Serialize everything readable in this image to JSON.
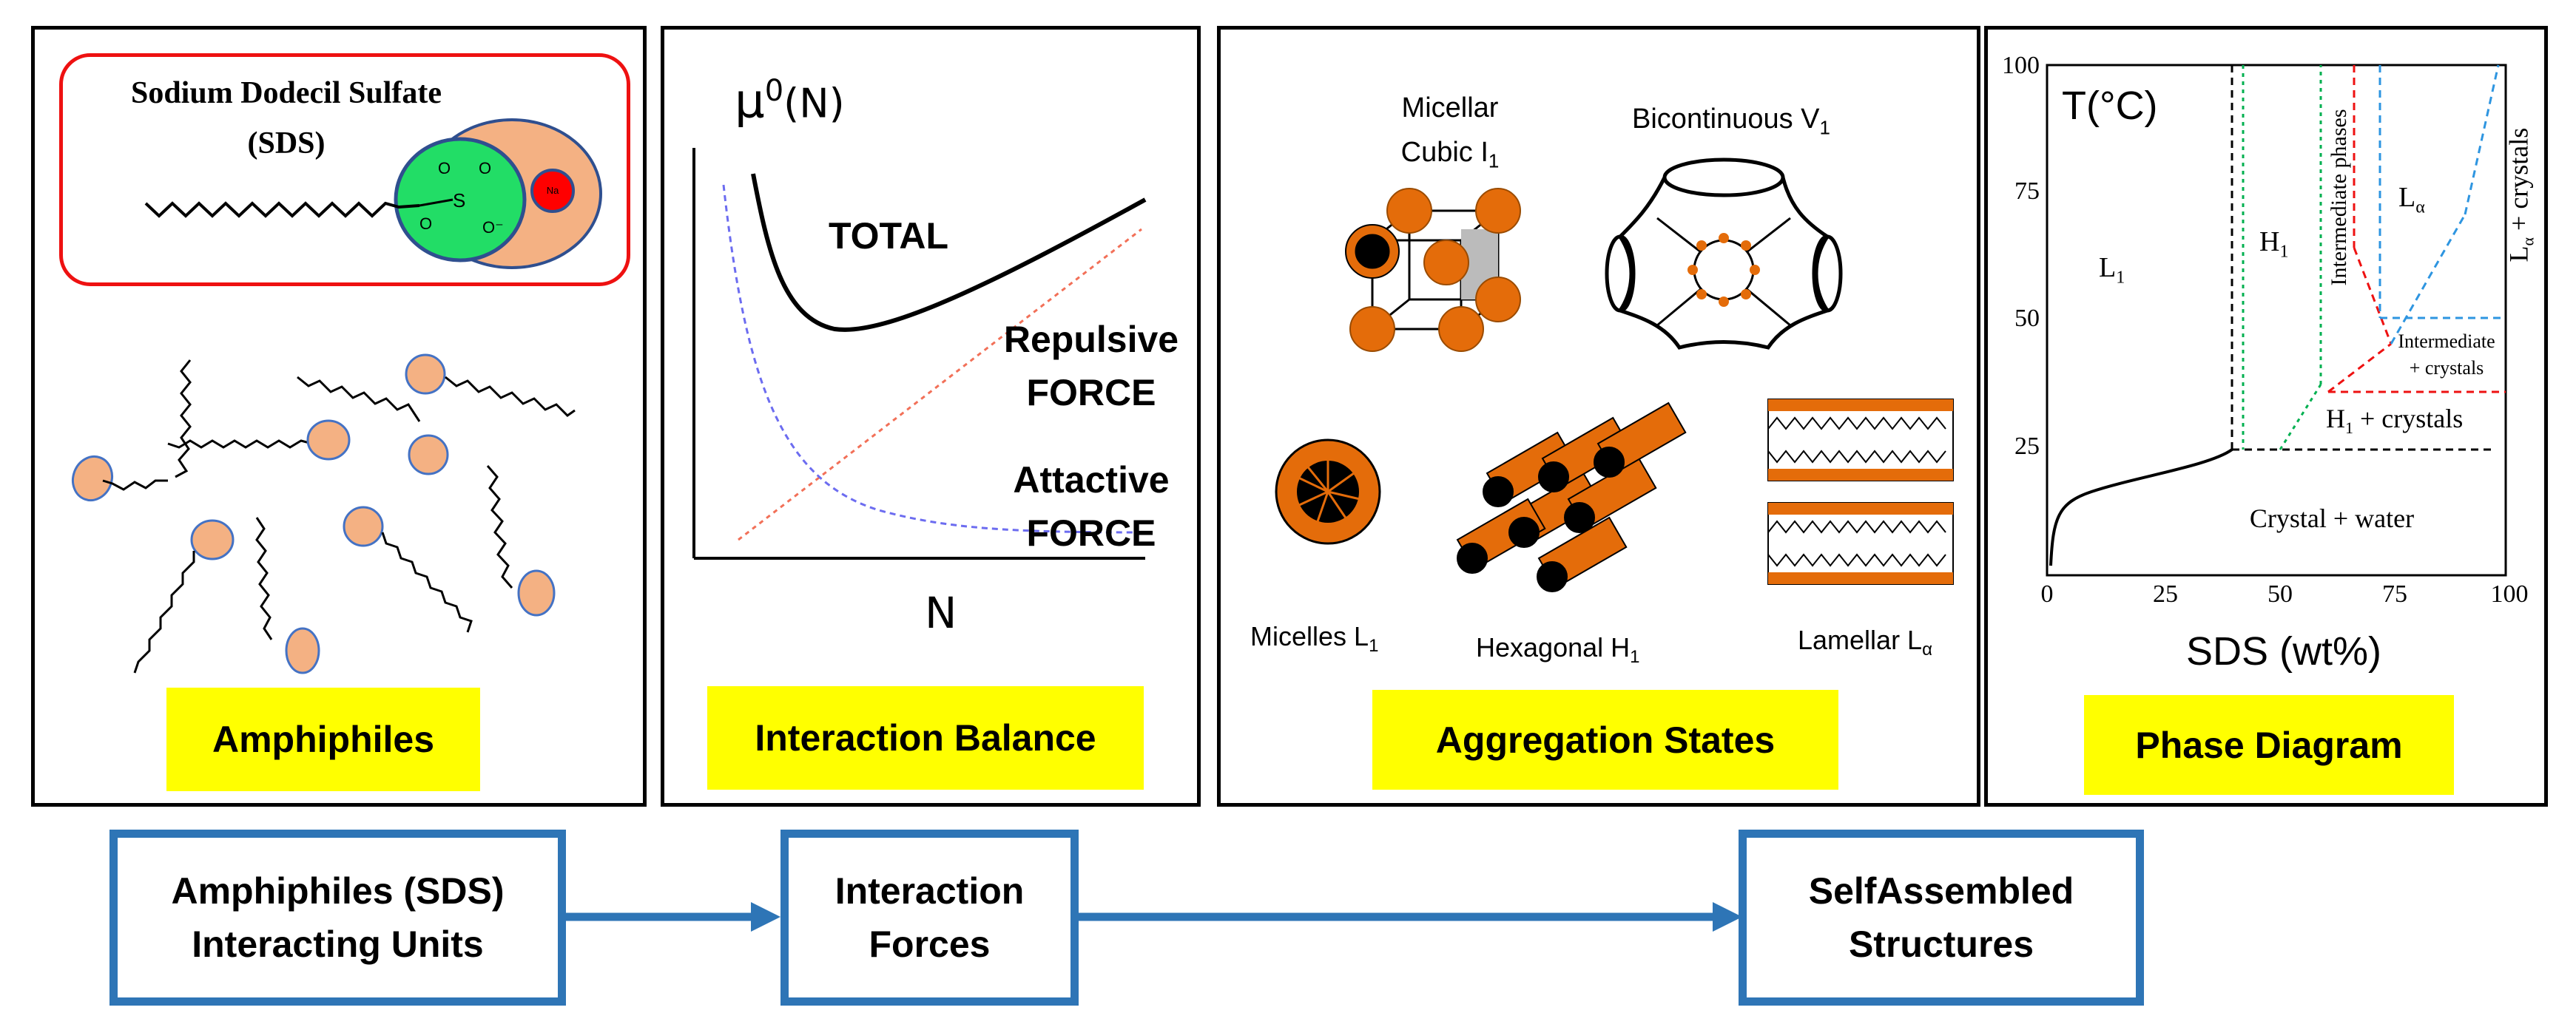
{
  "panels": {
    "amphiphiles": {
      "molecule_title_1": "Sodium Dodecil Sulfate",
      "molecule_title_2": "(SDS)",
      "na_label": "Na",
      "label": "Amphiphiles"
    },
    "interaction": {
      "y_axis": "μ",
      "y_sup": "0",
      "y_arg": "(N)",
      "total": "TOTAL",
      "repulsive_1": "Repulsive",
      "repulsive_2": "FORCE",
      "attractive_1": "Attactive",
      "attractive_2": "FORCE",
      "x_axis": "N",
      "label": "Interaction Balance"
    },
    "aggregation": {
      "micellar_1": "Micellar",
      "micellar_2": "Cubic I",
      "micellar_sub": "1",
      "bicontinuous": "Bicontinuous V",
      "bicontinuous_sub": "1",
      "micelles": "Micelles L",
      "micelles_sub": "1",
      "hexagonal": "Hexagonal H",
      "hexagonal_sub": "1",
      "lamellar": "Lamellar L",
      "lamellar_sub": "α",
      "label": "Aggregation States"
    },
    "phase": {
      "y_title": "T(°C)",
      "x_title": "SDS (wt%)",
      "x_ticks": [
        "0",
        "25",
        "50",
        "75",
        "100"
      ],
      "y_ticks": [
        "100",
        "75",
        "50",
        "25"
      ],
      "L1": "L",
      "L1_sub": "1",
      "H1": "H",
      "H1_sub": "1",
      "La": "L",
      "La_sub": "α",
      "La_crystals": "L",
      "La_crystals_sub": "α",
      "La_crystals_rest": " + crystals",
      "intermediate_phases": "Intermediate phases",
      "intermediate_crystals_1": "Intermediate",
      "intermediate_crystals_2": "+ crystals",
      "H1_crystals": "H",
      "H1_crystals_sub": "1",
      "H1_crystals_rest": " + crystals",
      "crystal_water": "Crystal + water",
      "label": "Phase Diagram"
    }
  },
  "flow": {
    "box1_line1": "Amphiphiles (SDS)",
    "box1_line2": "Interacting Units",
    "box2_line1": "Interaction",
    "box2_line2": "Forces",
    "box3_line1": "SelfAssembled",
    "box3_line2": "Structures"
  },
  "colors": {
    "flow_blue": "#2e75b6",
    "label_yellow": "#ffff00",
    "head_orange": "#f4b183",
    "micelle_orange": "#e46c0a",
    "sulfate_green": "#33cc66",
    "sodium_red": "#ff0000"
  }
}
